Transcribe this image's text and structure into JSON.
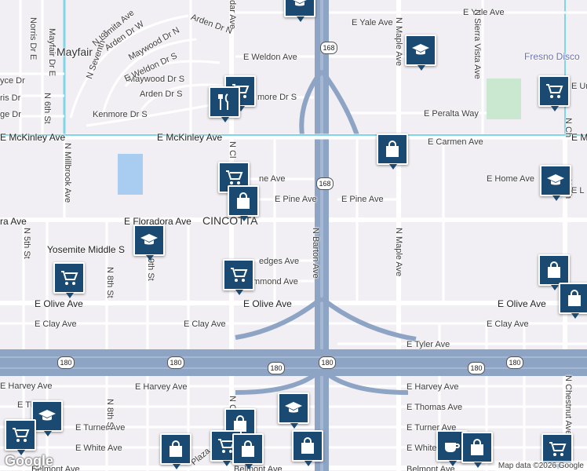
{
  "map": {
    "attribution": "Map data ©2026 Google",
    "logo_text": "Google",
    "colors": {
      "background": "#f1eff3",
      "freeway": "#8da4c4",
      "street": "#ffffff",
      "park": "#c9e8cf",
      "water": "#a9cdf0",
      "marker": "#1a4a72",
      "poi_text": "#6b6fb0"
    }
  },
  "labels": {
    "mayfair": "Mayfair",
    "cincotta": "CINCOTTA",
    "yosemite": "Yosemite Middle S",
    "fresno_disco": "Fresno Disco",
    "e_mckinley_w": "E McKinley Ave",
    "e_mckinley_e": "E Mc",
    "e_carmen": "E Carmen Ave",
    "e_floradora": "E Floradora Ave",
    "ra": "ra Ave",
    "e_olive_w": "E Olive Ave",
    "e_olive_c": "E Olive Ave",
    "e_olive_e": "E Olive Ave",
    "e_clay_w": "E Clay Ave",
    "e_clay_c": "E Clay Ave",
    "e_clay_e": "E Clay Ave",
    "e_tyler": "E Tyler Ave",
    "e_harvey_w": "E Harvey Ave",
    "e_harvey_e": "E Harvey Ave",
    "e_thomas": "E Thomas Ave",
    "e_turner_w": "E Turner Ave",
    "e_turner_e": "E Turner Ave",
    "e_white_w": "E White Ave",
    "e_white_e": "E White",
    "belmont_w": "Belmont Ave",
    "belmont_c": "Belmont Ave",
    "belmont_e": "Belmont Ave",
    "e_pine_w": "E Pine Ave",
    "e_pine_e": "E Pine Ave",
    "ne_ave": "ne Ave",
    "edges": "edges Ave",
    "mmond": "mmond Ave",
    "e_yale": "E Yale Ave",
    "e_weldon_n": "E Weldon Ave",
    "e_weldon_w": "E Weldon Dr S",
    "e_peralta": "E Peralta Way",
    "e_home": "E Home Ave",
    "kenmore": "Kenmore Dr S",
    "arden_s": "Arden Dr S",
    "maywood_n": "Maywood Dr N",
    "maywood_s": "Maywood Dr S",
    "arden_w": "Arden Dr W",
    "arden_n": "Arden Dr N",
    "lomita": "N Lomita Ave",
    "seventh": "N Seventh St",
    "more": "more Dr S",
    "e_ur": "E Ur",
    "e_l": "E L",
    "e_th": "E Th",
    "plaza": "Plaza",
    "n_maple_top": "N Maple Ave",
    "n_maple_mid": "N Maple Ave",
    "n_barton": "N Barton Ave",
    "n_sierra": "N Sierra Vista Ave",
    "n_millbrook": "N Millbrook Ave",
    "n_5th": "N 5th St",
    "n_8th_a": "N 8th St",
    "n_8th_b": "N 8th St",
    "n_9th": "N 9th St",
    "n_6th": "N 6th St",
    "norris": "Norris Dr E",
    "mayfair_dr": "Mayfair Dr E",
    "n_ch_top": "N Ch",
    "n_chestnut": "N Chestnut Ave",
    "n_cl": "N Cl",
    "n_ce": "N C",
    "dar": "dar Ave",
    "n_ce_s": "N Ce",
    "yce": "yce Dr",
    "ris": "ris Dr",
    "ge_dr": "ge Dr",
    "n_lo": "N",
    "n_c_right": "N Ch"
  },
  "shields": {
    "hwy168_n": "168",
    "hwy168_c": "168",
    "hwy180_a": "180",
    "hwy180_b": "180",
    "hwy180_c": "180",
    "hwy180_d": "180",
    "hwy180_e": "180",
    "hwy180_f": "180"
  },
  "markers": [
    {
      "id": "school-yale",
      "icon": "school"
    },
    {
      "id": "school-maple",
      "icon": "school"
    },
    {
      "id": "shop-mckinley-1",
      "icon": "cart"
    },
    {
      "id": "restaurant-mckinley",
      "icon": "restaurant"
    },
    {
      "id": "shop-carmen",
      "icon": "bag"
    },
    {
      "id": "cart-right-1",
      "icon": "cart"
    },
    {
      "id": "school-right",
      "icon": "school"
    },
    {
      "id": "cart-pine",
      "icon": "cart"
    },
    {
      "id": "bag-pine",
      "icon": "bag"
    },
    {
      "id": "school-yosemite",
      "icon": "school"
    },
    {
      "id": "cart-olive-w",
      "icon": "cart"
    },
    {
      "id": "cart-hedges",
      "icon": "cart"
    },
    {
      "id": "bag-right-2",
      "icon": "bag"
    },
    {
      "id": "bag-right-3",
      "icon": "bag"
    },
    {
      "id": "school-sw",
      "icon": "school"
    },
    {
      "id": "cart-sw",
      "icon": "cart"
    },
    {
      "id": "school-harvey",
      "icon": "school"
    },
    {
      "id": "bag-harvey",
      "icon": "bag"
    },
    {
      "id": "bag-white",
      "icon": "bag"
    },
    {
      "id": "cart-plaza",
      "icon": "cart"
    },
    {
      "id": "bag-plaza",
      "icon": "bag"
    },
    {
      "id": "bag-south-1",
      "icon": "bag"
    },
    {
      "id": "coffee-south",
      "icon": "coffee"
    },
    {
      "id": "bag-south-2",
      "icon": "bag"
    },
    {
      "id": "cart-se",
      "icon": "cart"
    }
  ]
}
